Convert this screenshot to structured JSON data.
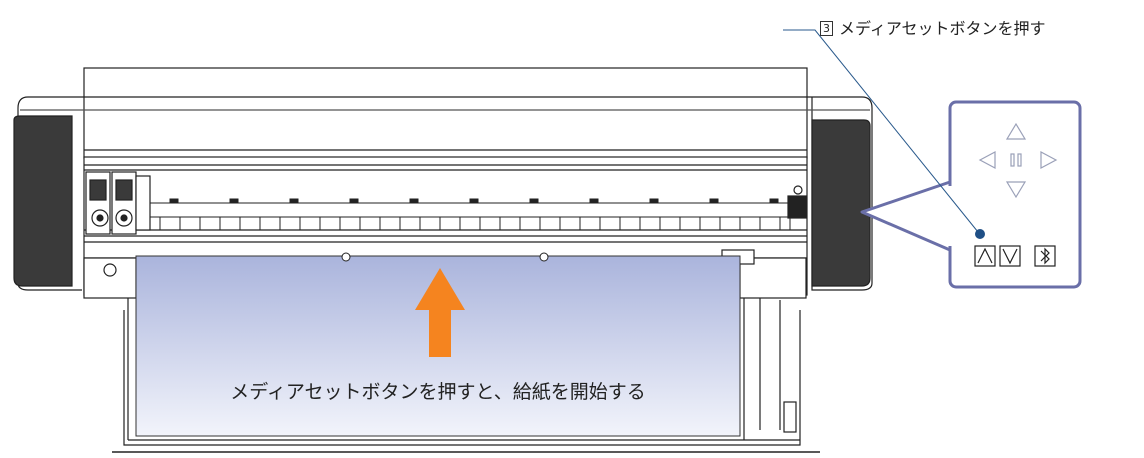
{
  "callout": {
    "step_number": "3",
    "text": "メディアセットボタンを押す"
  },
  "caption": "メディアセットボタンを押すと、給紙を開始する",
  "panel": {
    "buttons": [
      "∧",
      "∨",
      "bluetooth"
    ],
    "nav_symbols": [
      "△",
      "◁",
      "▷",
      "▽",
      "II"
    ]
  },
  "colors": {
    "arrow": "#f5841f",
    "panel_border": "#6a6fa8",
    "leader_line": "#2a5a8c",
    "media_top": "#aab4dc",
    "media_bottom": "#f2f4fb",
    "outline": "#222222"
  }
}
